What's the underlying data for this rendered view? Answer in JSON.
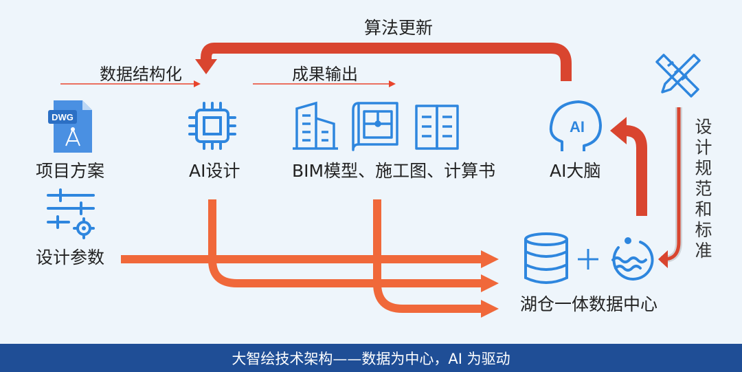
{
  "labels": {
    "top_loop": "算法更新",
    "structure": "数据结构化",
    "output": "成果输出",
    "project": "项目方案",
    "ai_design": "AI设计",
    "bim": "BIM模型、施工图、计算书",
    "ai_brain": "AI大脑",
    "params": "设计参数",
    "lake": "湖仓一体数据中心",
    "standards": "设计规范和标准"
  },
  "icons": {
    "dwg_badge": "DWG"
  },
  "footer": {
    "caption": "大智绘技术架构——数据为中心，AI 为驱动"
  },
  "colors": {
    "orange": "#f0683a",
    "red_arrow": "#d9452f",
    "thin_red": "#e8442c",
    "icon_blue": "#2e86de",
    "footer_bg": "#1f4e96"
  }
}
